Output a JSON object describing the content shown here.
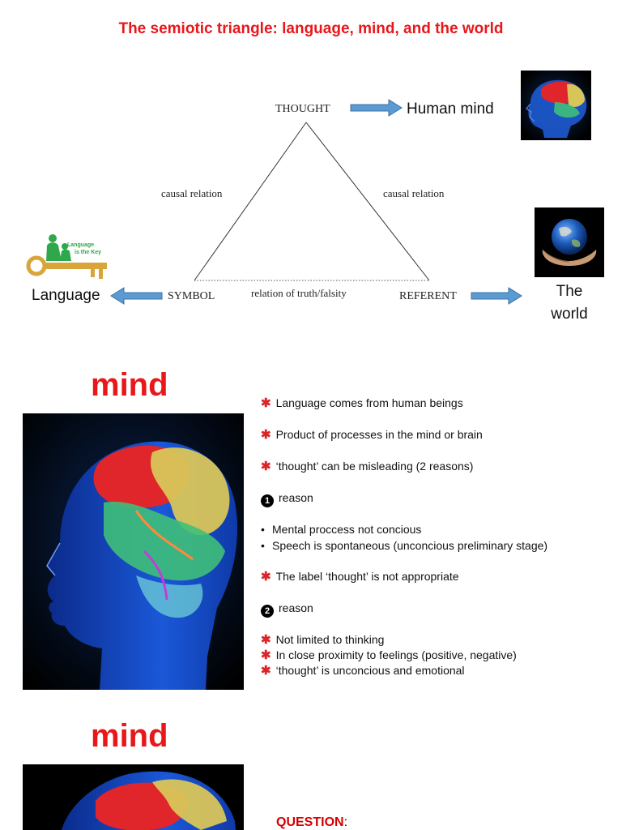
{
  "title": "The semiotic triangle: language, mind, and the world",
  "diagram": {
    "thought": "THOUGHT",
    "symbol": "SYMBOL",
    "referent": "REFERENT",
    "causal_left": "causal relation",
    "causal_right": "causal relation",
    "truth": "relation of truth/falsity",
    "human_mind": "Human mind",
    "language": "Language",
    "world_line1": "The",
    "world_line2": "world",
    "key_text_line1": "Language",
    "key_text_line2": "is the Key"
  },
  "section1": {
    "heading": "mind",
    "notes": [
      {
        "marker": "star",
        "text": "Language comes from human beings"
      },
      {
        "marker": "star",
        "text": "Product of processes in the mind or brain"
      },
      {
        "marker": "star",
        "text": "‘thought’ can be misleading (2 reasons)"
      },
      {
        "marker": "num",
        "num": "1",
        "text": "reason"
      },
      {
        "marker": "bullet",
        "text": "Mental proccess not concious"
      },
      {
        "marker": "bullet",
        "text": "Speech is spontaneous (unconcious preliminary stage)"
      },
      {
        "marker": "star",
        "text": "The label ‘thought’ is not appropriate"
      },
      {
        "marker": "num",
        "num": "2",
        "text": "reason"
      },
      {
        "marker": "star",
        "text": "Not limited to thinking"
      },
      {
        "marker": "star",
        "text": "In close proximity to feelings (positive, negative)"
      },
      {
        "marker": "star",
        "text": "‘thought’ is unconcious and emotional"
      }
    ]
  },
  "section2": {
    "heading": "mind",
    "question": "QUESTION",
    "question_suffix": ":"
  },
  "colors": {
    "accent_red": "#e8171a",
    "arrow_blue": "#5b9bd5",
    "brain_blue": "#1a6fd6",
    "key_gold": "#d9a43a",
    "key_green": "#2ea84a"
  },
  "icons": [
    "brain-head-icon",
    "earth-in-hands-icon",
    "language-key-icon",
    "arrow-right-icon",
    "arrow-left-icon"
  ]
}
